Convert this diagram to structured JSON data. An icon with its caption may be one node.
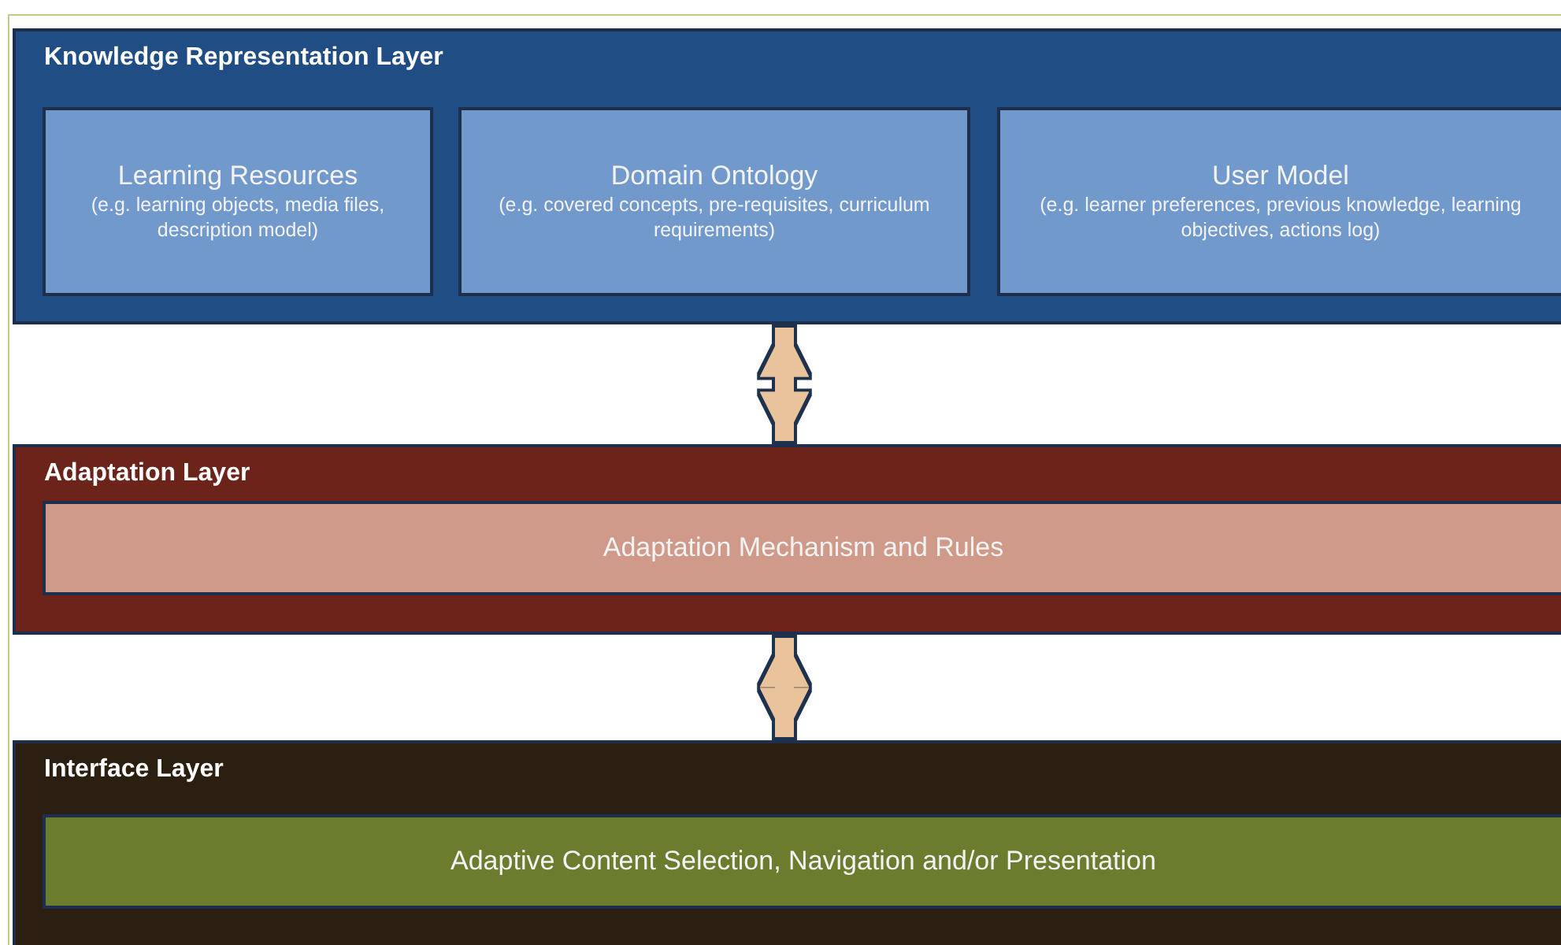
{
  "diagram": {
    "nodes": [
      {
        "text": [
          "Knowledge Representation Layer"
        ]
      },
      {
        "text": [
          "Learning Resources",
          "(e.g. learning objects, media files, description model)"
        ],
        "in": 0
      },
      {
        "text": [
          "Domain Ontology",
          "(e.g. covered concepts, pre-requisites, curriculum requirements)"
        ],
        "in": 0
      },
      {
        "text": [
          "User Model",
          "(e.g. learner preferences, previous knowledge, learning objectives,  actions log)"
        ],
        "in": 0
      },
      {
        "text": [
          "Adaptation Layer"
        ]
      },
      {
        "text": [
          "Adaptation Mechanism and Rules"
        ],
        "in": 4
      },
      {
        "text": [
          "Interface Layer"
        ]
      },
      {
        "text": [
          "Adaptive Content Selection,  Navigation and/or Presentation"
        ],
        "in": 6
      }
    ],
    "edges": [
      {
        "from": 0,
        "to": 4,
        "arrow": "both"
      },
      {
        "from": 4,
        "to": 6,
        "arrow": "both"
      }
    ]
  }
}
